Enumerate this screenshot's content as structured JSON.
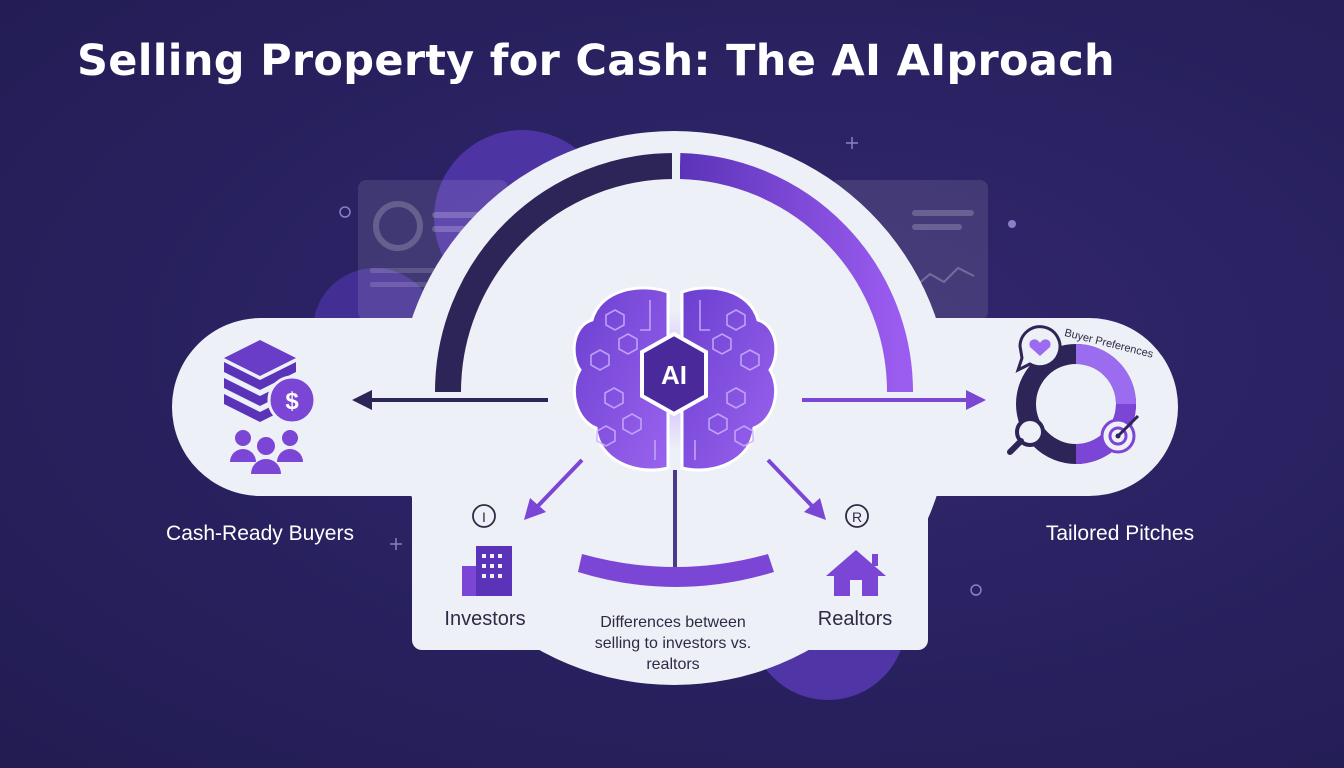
{
  "title": "Selling Property for Cash: The AI AIproach",
  "center": {
    "badge": "AI"
  },
  "left_node": {
    "label": "Cash-Ready Buyers"
  },
  "right_node": {
    "label": "Tailored Pitches",
    "ring_caption": "Buyer Preferences"
  },
  "branches": {
    "investors": {
      "marker": "I",
      "label": "Investors"
    },
    "realtors": {
      "marker": "R",
      "label": "Realtors"
    },
    "middle": {
      "label": "Differences between selling to investors vs. realtors"
    }
  },
  "colors": {
    "background": "#2a2262",
    "panel": "#eef0f7",
    "accent": "#7b45d6",
    "accent_light": "#9b6cf0",
    "dark_line": "#2d2557",
    "text": "#2e2a45"
  },
  "icons": [
    "money-stack-icon",
    "dollar-coin-icon",
    "people-group-icon",
    "ai-brain-icon",
    "heart-chat-icon",
    "magnifier-icon",
    "target-icon",
    "office-building-icon",
    "house-icon"
  ]
}
